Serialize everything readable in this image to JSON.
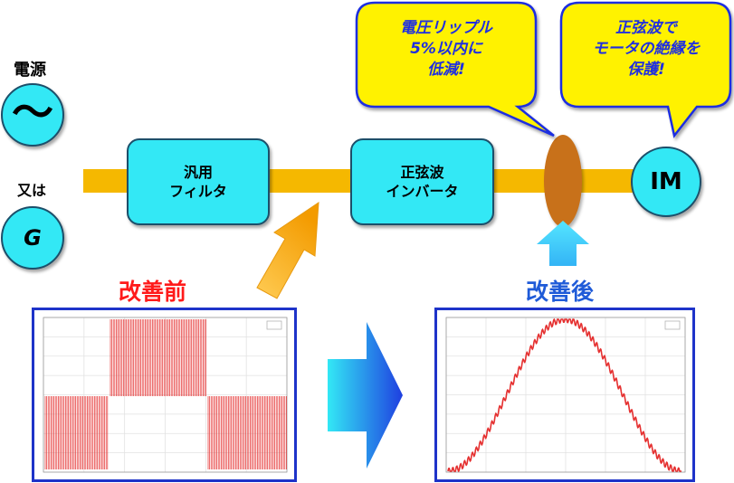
{
  "power_source": {
    "label": "電源",
    "ac_symbol": "〜",
    "or_label": "又は",
    "generator_symbol": "G"
  },
  "blocks": {
    "filter": {
      "line1": "汎用",
      "line2": "フィルタ"
    },
    "inverter": {
      "line1": "正弦波",
      "line2": "インバータ"
    },
    "motor": "IM"
  },
  "bubbles": {
    "ripple": {
      "line1": "電圧リップル",
      "line2": "5%以内に",
      "line3": "低減!"
    },
    "insulation": {
      "line1": "正弦波で",
      "line2": "モータの絶縁を",
      "line3": "保護!"
    }
  },
  "captions": {
    "before": "改善前",
    "after": "改善後"
  },
  "colors": {
    "block_fill": "#33e8f5",
    "bus": "#f5b800",
    "bubble_fill": "#fff200",
    "bubble_text": "#1f2fe0",
    "caption_before": "#ff1a1a",
    "caption_after": "#1f5bd8",
    "waveform": "#e53030",
    "plot_border": "#1e33c9",
    "core": "#c8711a"
  },
  "icons": [
    "ac-wave-icon",
    "generator-icon",
    "arrow-up-icon",
    "arrow-right-icon",
    "ferrite-core-icon"
  ]
}
